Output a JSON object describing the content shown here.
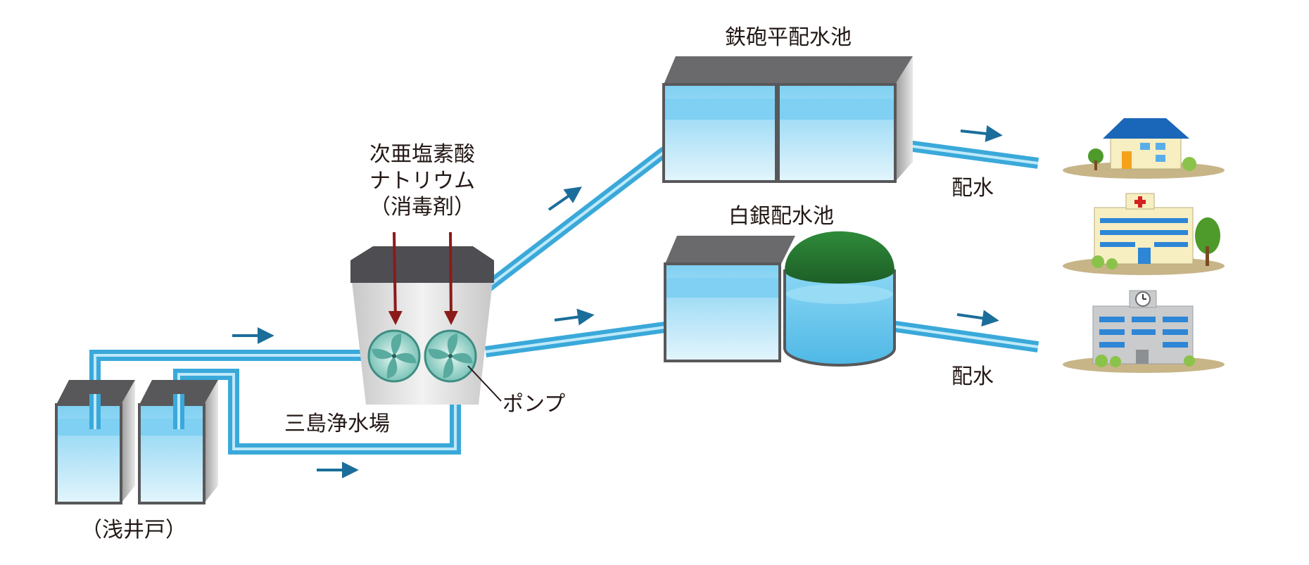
{
  "labels": {
    "teppohira_reservoir": "鉄砲平配水池",
    "shirogane_reservoir": "白銀配水池",
    "disinfectant_line1": "次亜塩素酸",
    "disinfectant_line2": "ナトリウム",
    "disinfectant_line3": "（消毒剤）",
    "pump": "ポンプ",
    "mishima_plant": "三島浄水場",
    "shallow_wells": "（浅井戸）",
    "distribution_upper": "配水",
    "distribution_lower": "配水"
  },
  "colors": {
    "pipe": "#5bc2eb",
    "pipe_highlight": "#c4ebfa",
    "arrow": "#1b6e9a",
    "tank_frame": "#5a5a5c",
    "tank_roof": "#6a6a6c",
    "water_top": "#7fd0f2",
    "water_bottom": "#d9f1fb",
    "dome": "#2f7d32",
    "disinfectant_arrow": "#8b1a1a"
  }
}
